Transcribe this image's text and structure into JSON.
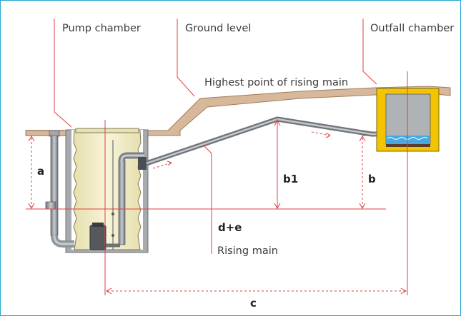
{
  "labels": {
    "pump_chamber": "Pump chamber",
    "ground_level": "Ground level",
    "outfall_chamber": "Outfall chamber",
    "highest_point": "Highest point of rising main",
    "rising_main": "Rising main"
  },
  "dimensions": {
    "a": "a",
    "b": "b",
    "b1": "b1",
    "c": "c",
    "de": "d+e"
  },
  "colors": {
    "frame": "#29a8d6",
    "ground": "#d8b89a",
    "leader": "#e04040",
    "pipe": "#8f9499",
    "tank": "#f1ecc8",
    "chamber_frame": "#f4c400",
    "water": "#4aa8e0"
  }
}
